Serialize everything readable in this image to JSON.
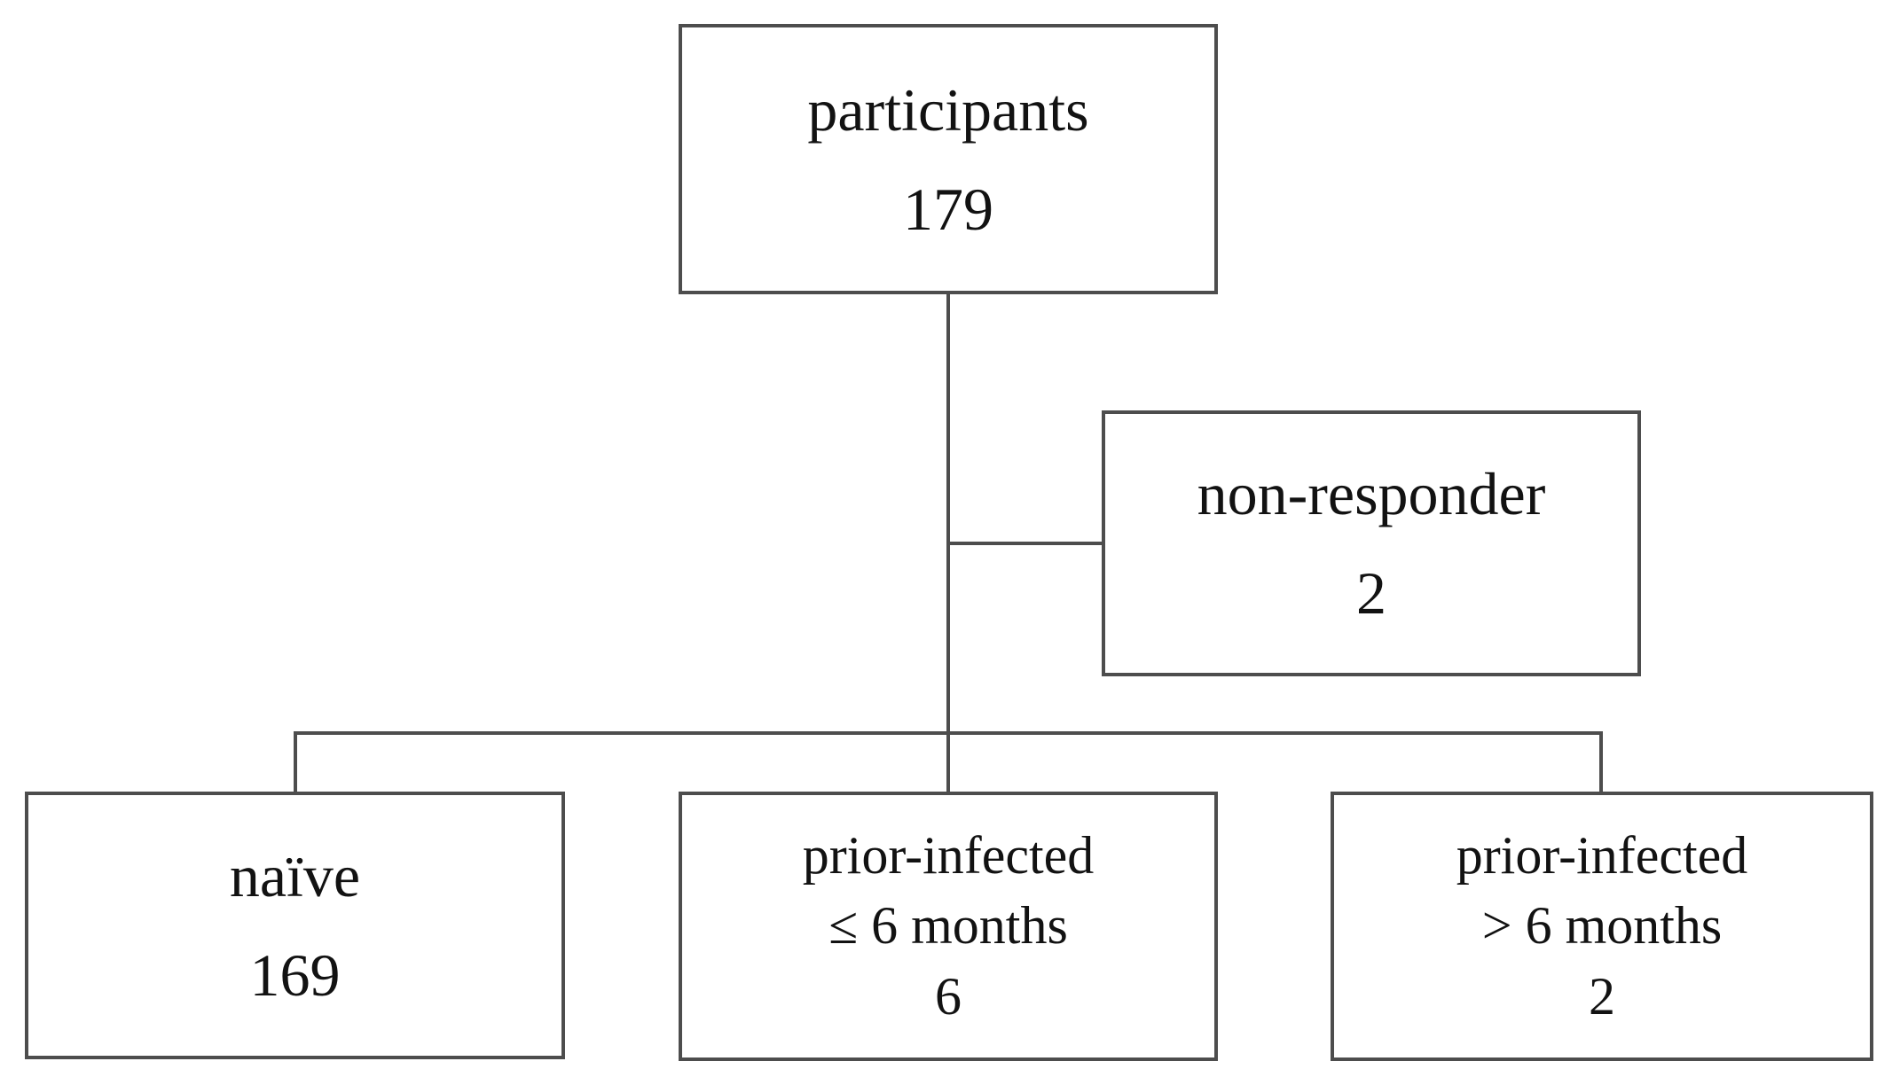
{
  "diagram": {
    "type": "flowchart",
    "description": "participant disposition flow diagram",
    "background_color": "#ffffff",
    "line_color": "#4d4d4d",
    "text_color": "#121212"
  },
  "nodes": {
    "participants": {
      "label": "participants",
      "count": "179"
    },
    "non_responder": {
      "label": "non-responder",
      "count": "2"
    },
    "naive": {
      "label": "naïve",
      "count": "169"
    },
    "prior_infected_le6": {
      "label": "prior-infected",
      "sublabel": "≤ 6 months",
      "count": "6"
    },
    "prior_infected_gt6": {
      "label": "prior-infected",
      "sublabel": "> 6 months",
      "count": "2"
    }
  },
  "edges": [
    {
      "from": "participants",
      "to": "non_responder"
    },
    {
      "from": "participants",
      "to": "naive"
    },
    {
      "from": "participants",
      "to": "prior_infected_le6"
    },
    {
      "from": "participants",
      "to": "prior_infected_gt6"
    }
  ]
}
